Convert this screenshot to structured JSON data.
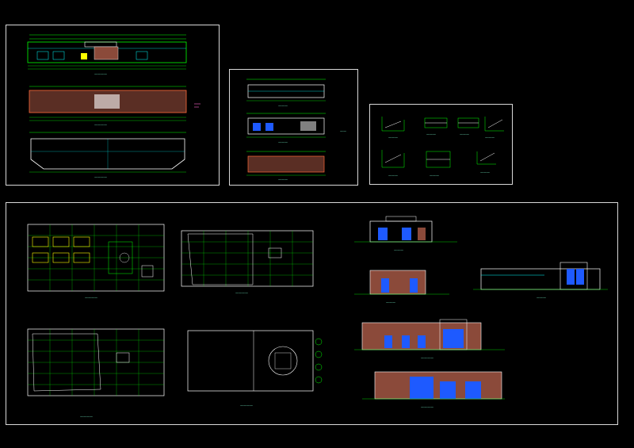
{
  "app": {
    "background": "#000000",
    "line_color_primary": "#00ff00",
    "line_color_accent": "#00ffff",
    "frame_color": "#d8d8d8",
    "fill_brick": "#8b4a3a",
    "fill_blue": "#1e5aff",
    "fill_pink": "#ff66cc"
  },
  "sheets": [
    {
      "id": "top-left",
      "drawings": [
        "elevation-1",
        "elevation-2",
        "plan-outline"
      ]
    },
    {
      "id": "top-middle",
      "drawings": [
        "elevation-3",
        "elevation-4",
        "elevation-5"
      ]
    },
    {
      "id": "top-right",
      "drawings": [
        "detail-1",
        "detail-2",
        "detail-3",
        "detail-4",
        "detail-5",
        "detail-6",
        "detail-7"
      ]
    },
    {
      "id": "bottom",
      "drawings": [
        "floor-plan-1",
        "floor-plan-2",
        "floor-plan-3",
        "roof-plan",
        "elevation-a",
        "elevation-b",
        "section-1",
        "elevation-c",
        "elevation-d"
      ]
    }
  ],
  "icons": {
    "zoom": "none"
  }
}
